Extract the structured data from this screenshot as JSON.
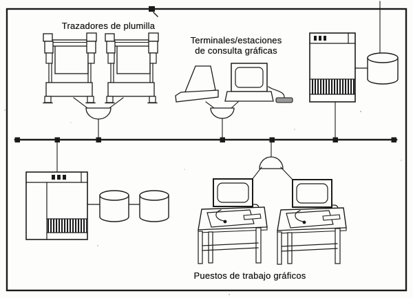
{
  "figure": {
    "kind": "scanned-network-diagram",
    "palette": {
      "ink": "#1a1a1a",
      "paper": "#fcfcfa",
      "mouse_fill": "#9a9a9a"
    },
    "labels": {
      "plotters": "Trazadores de plumilla",
      "terminals_line1": "Terminales/estaciones",
      "terminals_line2": "de consulta gráficas",
      "workstations": "Puestos de trabajo gráficos"
    },
    "bus": {
      "orientation": "horizontal",
      "tap_count": 7,
      "tap_style": "solid black squares",
      "terminators": 2
    },
    "nodes": [
      {
        "name": "pen-plotters",
        "device_count": 2,
        "connects_via": "dome-transceiver",
        "label_ref": "plotters"
      },
      {
        "name": "graphics-query-terminals",
        "device_count": 2,
        "connects_via": "dome-transceiver",
        "label_ref": "terminals_line1"
      },
      {
        "name": "server-cabinet-with-one-disk",
        "device_count": 1,
        "disk_count": 1,
        "connects_via": "drop-line"
      },
      {
        "name": "server-cabinet-with-two-disks",
        "device_count": 1,
        "disk_count": 2,
        "connects_via": "drop-line"
      },
      {
        "name": "graphics-workstations",
        "device_count": 2,
        "connects_via": "dome-transceiver",
        "label_ref": "workstations"
      }
    ]
  }
}
